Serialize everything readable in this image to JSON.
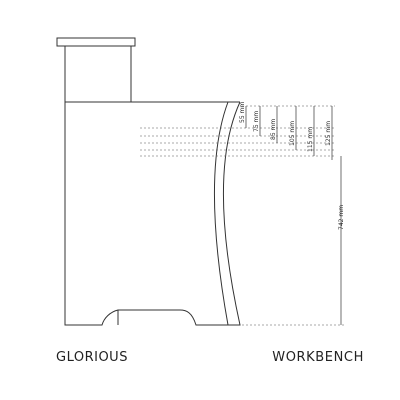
{
  "brand": "GLORIOUS",
  "product": "WORKBENCH",
  "colors": {
    "line": "#333333",
    "dashed": "#555555",
    "background": "#ffffff"
  },
  "dimensions": {
    "d55": "55 mm",
    "d75": "75 mm",
    "d85": "85 mm",
    "d105": "105 mm",
    "d115": "115 mm",
    "d125": "125 mm",
    "d742": "742 mm"
  }
}
